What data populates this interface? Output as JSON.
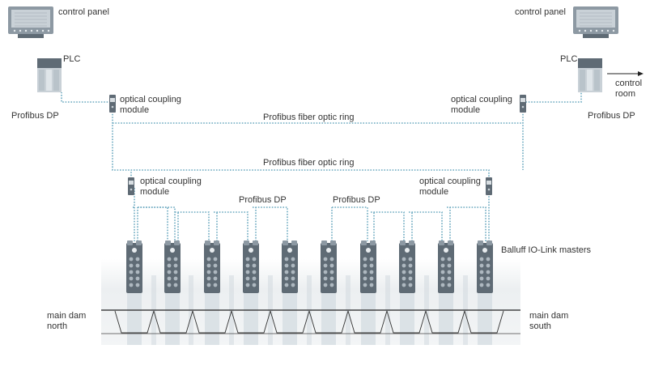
{
  "colors": {
    "fiber": "#6aa8bf",
    "device_body": "#8d99a3",
    "device_dark": "#5f6b75",
    "device_light": "#c9d1d7",
    "dam_band": "#eef0f2",
    "pillar": "#cfd8de",
    "text": "#333333"
  },
  "icons": [
    "control-panel-icon",
    "plc-icon",
    "optical-coupling-module-icon",
    "io-link-master-icon",
    "arrow-right-icon"
  ],
  "labels": {
    "control_panel_left": "control panel",
    "control_panel_right": "control panel",
    "plc_left": "PLC",
    "plc_right": "PLC",
    "profibus_dp_left": "Profibus DP",
    "profibus_dp_right": "Profibus DP",
    "control_room": [
      "control",
      "room"
    ],
    "ocm_top_left": [
      "optical coupling",
      "module"
    ],
    "ocm_top_right": [
      "optical coupling",
      "module"
    ],
    "ocm_mid_left": [
      "optical coupling",
      "module"
    ],
    "ocm_mid_right": [
      "optical coupling",
      "module"
    ],
    "ring_top": "Profibus fiber optic ring",
    "ring_bottom": "Profibus fiber optic ring",
    "profibus_dp_group_left": "Profibus DP",
    "profibus_dp_group_right": "Profibus DP",
    "io_link_masters": "Balluff IO-Link masters",
    "dam_north": [
      "main dam",
      "north"
    ],
    "dam_south": [
      "main dam",
      "south"
    ]
  }
}
